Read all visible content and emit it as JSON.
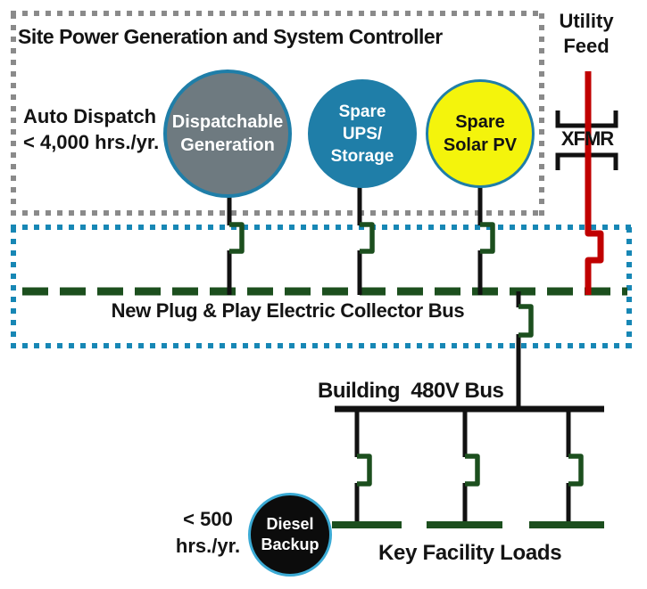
{
  "colors": {
    "teal": "#1F7EA8",
    "gray-dot": "#8A8A8A",
    "blue-dot": "#1787B5",
    "dark-green": "#1C4F1E",
    "red": "#C00000",
    "gray-fill": "#6E7A80",
    "yellow": "#F4F40C",
    "diesel-blue": "#3BAAD4",
    "ink": "#111111"
  },
  "controller": {
    "title": "Site Power Generation and System Controller",
    "auto_dispatch": "Auto Dispatch\n< 4,000 hrs./yr."
  },
  "nodes": {
    "dispatchable": {
      "label": "Dispatchable\nGeneration"
    },
    "ups": {
      "label": "Spare\nUPS/\nStorage"
    },
    "solar": {
      "label": "Spare\nSolar PV"
    },
    "diesel": {
      "label": "Diesel\nBackup",
      "hours": "< 500\nhrs./yr."
    }
  },
  "utility": {
    "label": "Utility\nFeed",
    "transformer_label": "XFMR"
  },
  "collector_bus": {
    "label": "New Plug & Play Electric Collector Bus"
  },
  "building_bus": {
    "label": "Building  480V Bus"
  },
  "loads": {
    "label": "Key Facility Loads"
  }
}
